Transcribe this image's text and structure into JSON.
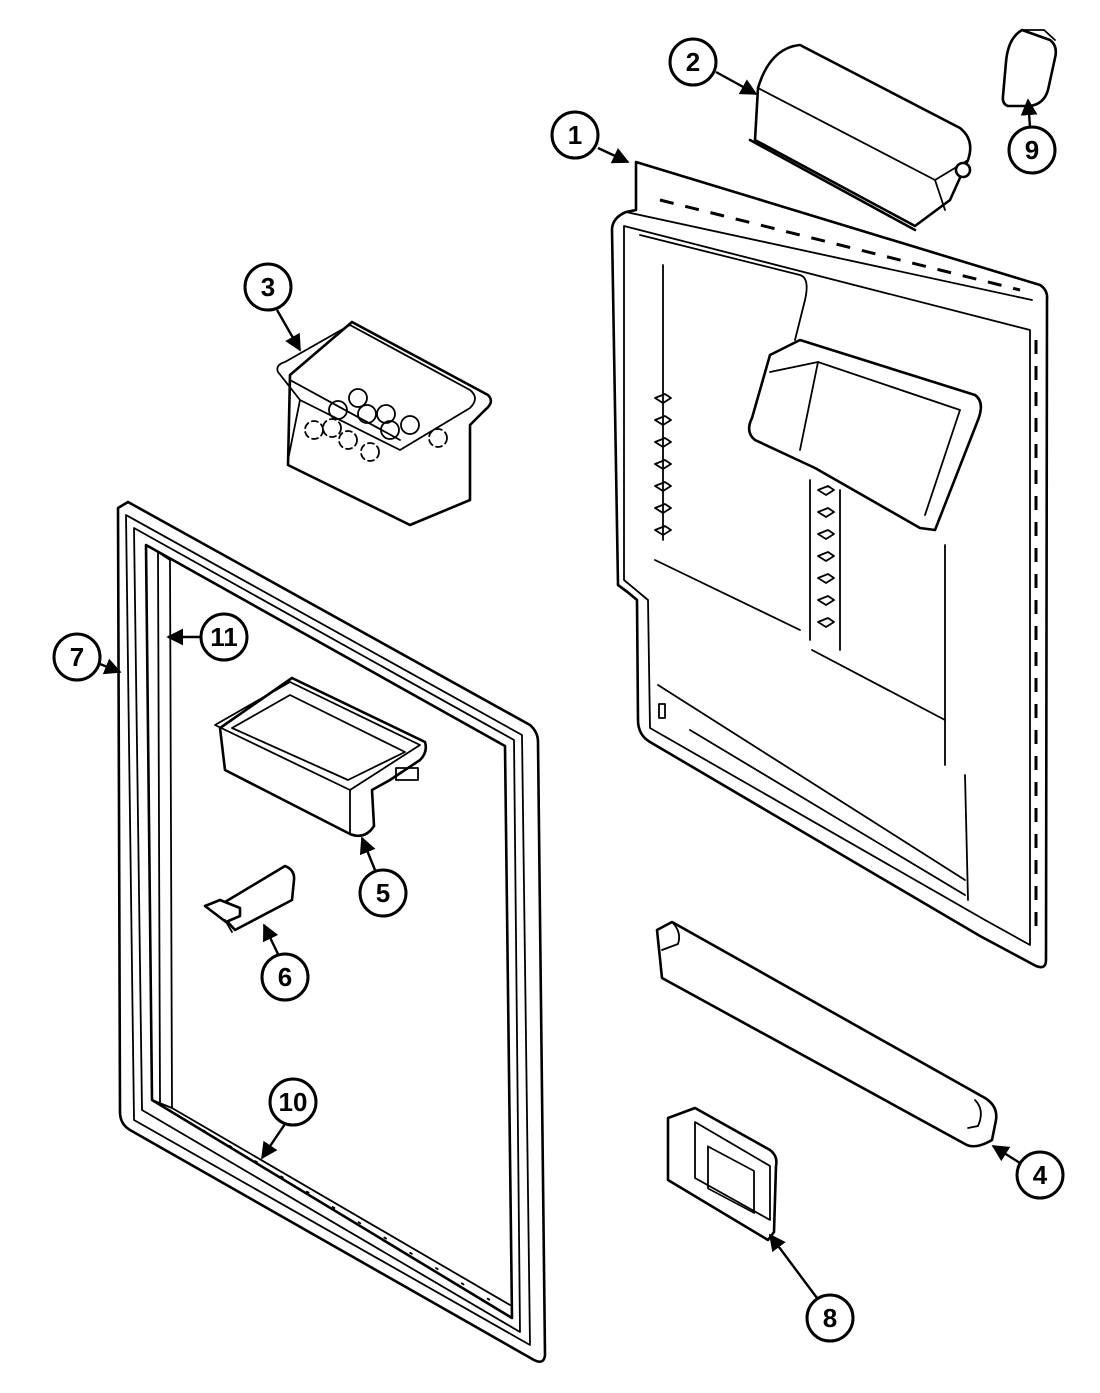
{
  "callouts": [
    {
      "key": "c1",
      "label": "1"
    },
    {
      "key": "c2",
      "label": "2"
    },
    {
      "key": "c3",
      "label": "3"
    },
    {
      "key": "c4",
      "label": "4"
    },
    {
      "key": "c5",
      "label": "5"
    },
    {
      "key": "c6",
      "label": "6"
    },
    {
      "key": "c7",
      "label": "7"
    },
    {
      "key": "c8",
      "label": "8"
    },
    {
      "key": "c9",
      "label": "9"
    },
    {
      "key": "c10",
      "label": "10"
    },
    {
      "key": "c11",
      "label": "11"
    }
  ],
  "labels": {
    "c1": "1",
    "c2": "2",
    "c3": "3",
    "c4": "4",
    "c5": "5",
    "c6": "6",
    "c7": "7",
    "c8": "8",
    "c9": "9",
    "c10": "10",
    "c11": "11"
  },
  "colors": {
    "line": "#000000",
    "background": "#ffffff"
  }
}
